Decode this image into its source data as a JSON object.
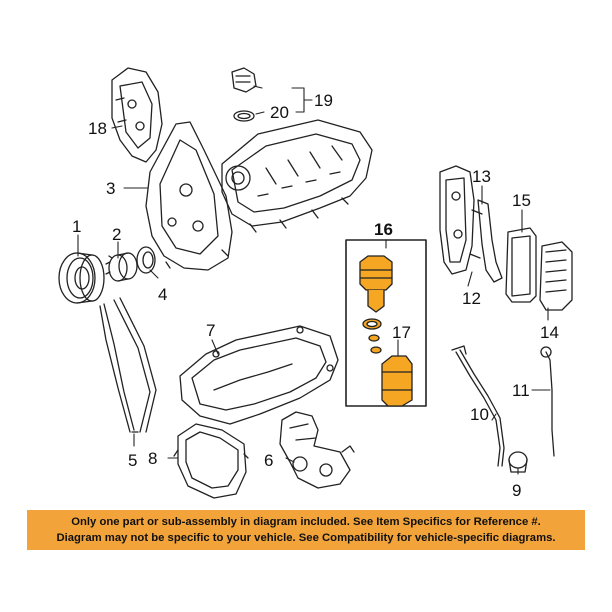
{
  "colors": {
    "banner_bg": "#f2a33a",
    "part_highlight": "#f5a623",
    "line": "#222222"
  },
  "callouts": [
    {
      "id": "1",
      "label": "1"
    },
    {
      "id": "2",
      "label": "2"
    },
    {
      "id": "3",
      "label": "3"
    },
    {
      "id": "4",
      "label": "4"
    },
    {
      "id": "5",
      "label": "5"
    },
    {
      "id": "6",
      "label": "6"
    },
    {
      "id": "7",
      "label": "7"
    },
    {
      "id": "8",
      "label": "8"
    },
    {
      "id": "9",
      "label": "9"
    },
    {
      "id": "10",
      "label": "10"
    },
    {
      "id": "11",
      "label": "11"
    },
    {
      "id": "12",
      "label": "12"
    },
    {
      "id": "13",
      "label": "13"
    },
    {
      "id": "14",
      "label": "14"
    },
    {
      "id": "15",
      "label": "15"
    },
    {
      "id": "16",
      "label": "16"
    },
    {
      "id": "17",
      "label": "17"
    },
    {
      "id": "18",
      "label": "18"
    },
    {
      "id": "19",
      "label": "19"
    },
    {
      "id": "20",
      "label": "20"
    }
  ],
  "notice": {
    "line1": "Only one part or sub-assembly in diagram included. See Item Specifics for Reference #.",
    "line2": "Diagram may not be specific to your vehicle. See Compatibility for vehicle-specific diagrams."
  }
}
